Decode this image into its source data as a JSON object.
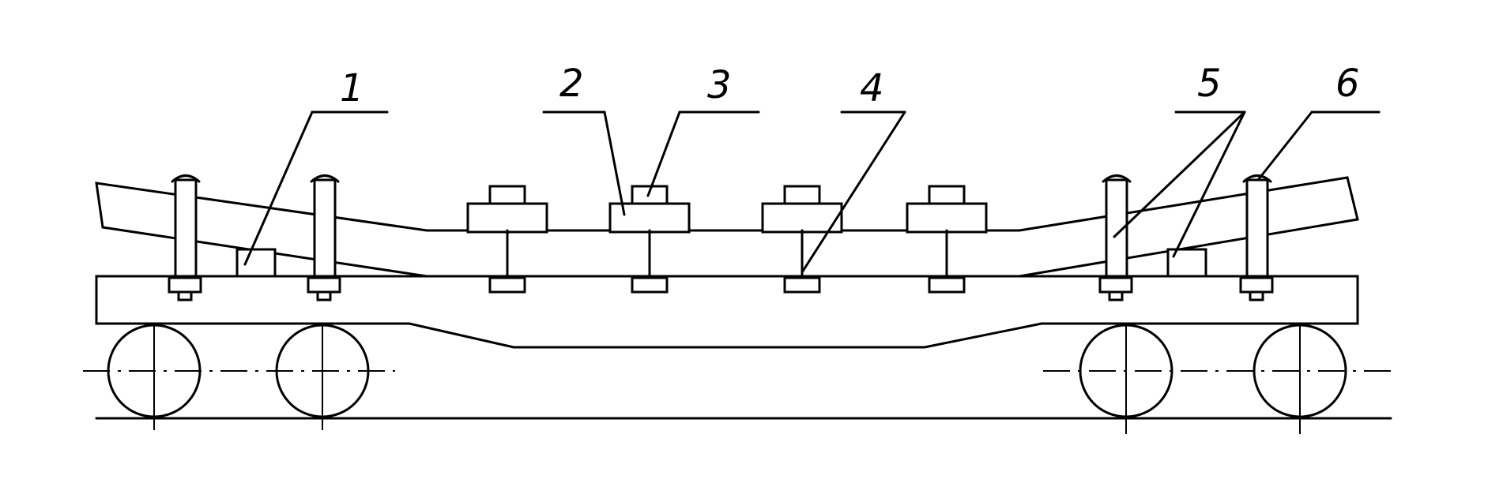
{
  "callouts": [
    "1",
    "2",
    "3",
    "4",
    "5",
    "6"
  ]
}
